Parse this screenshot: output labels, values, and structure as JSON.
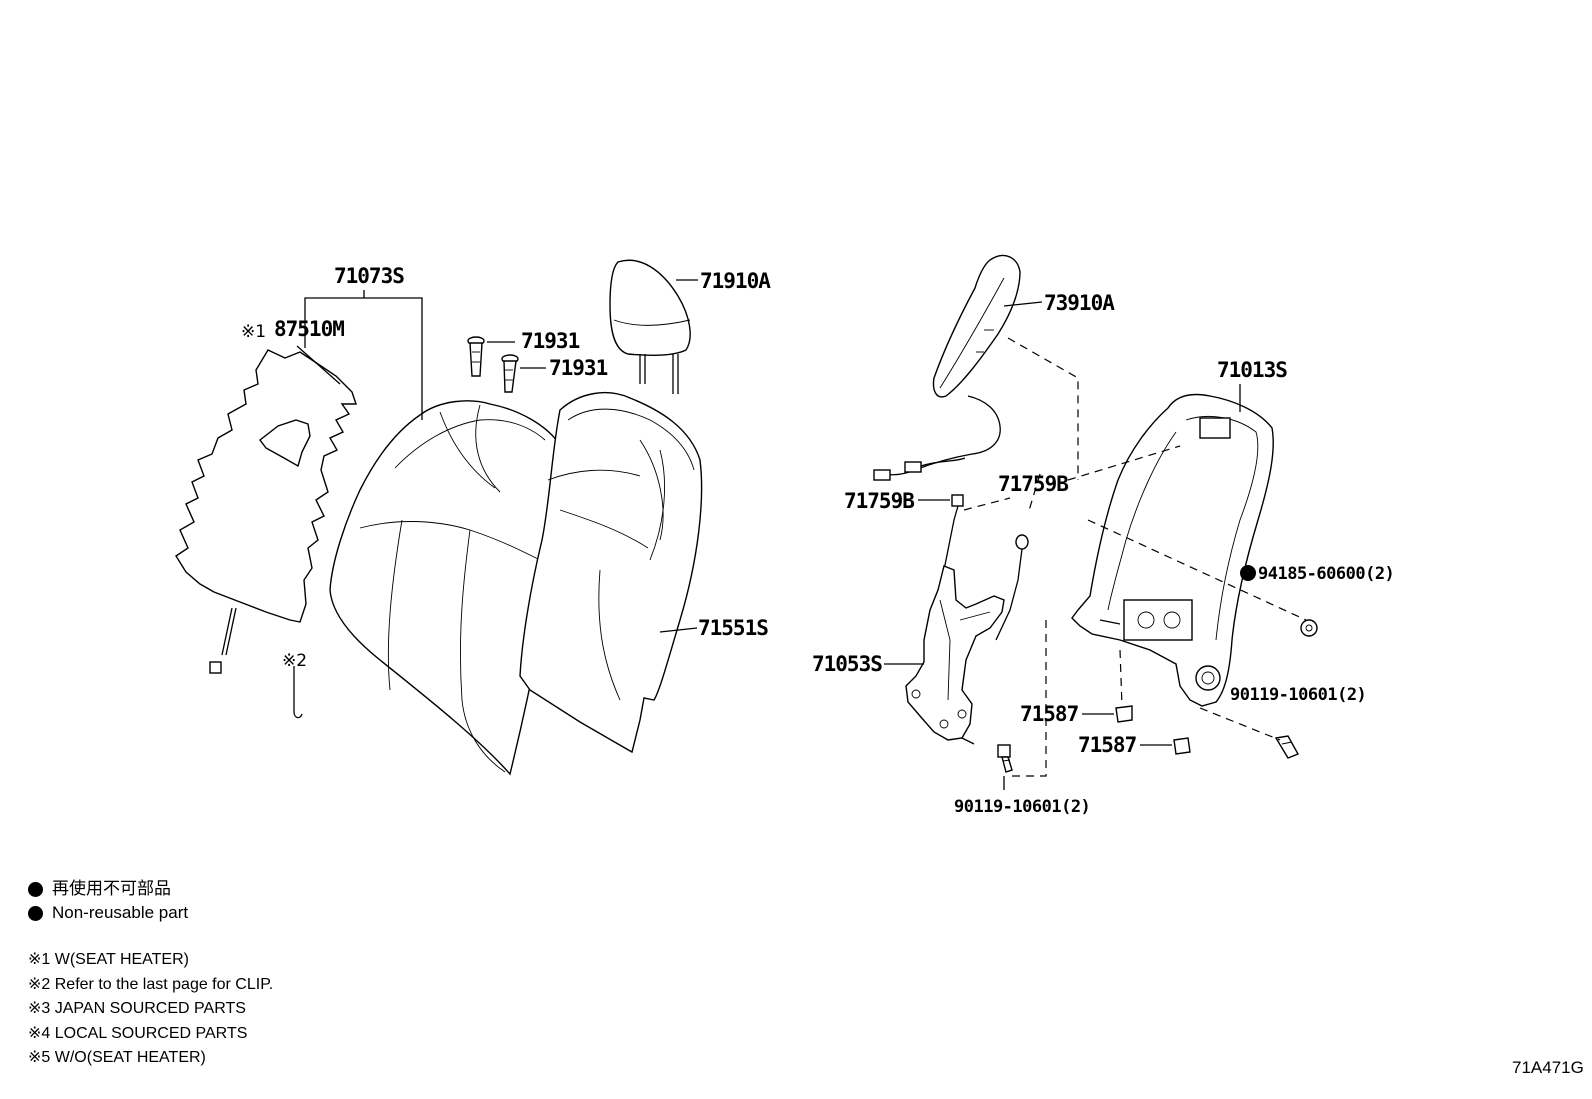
{
  "labels": {
    "cover_assy": "71073S",
    "heater_mark": "※1",
    "heater": "87510M",
    "guide_a": "71931",
    "guide_b": "71931",
    "headrest": "71910A",
    "pad": "71551S",
    "clip_mark": "※2",
    "airbag": "73910A",
    "frame": "71013S",
    "sensor_a": "71759B",
    "sensor_b": "71759B",
    "nut": "94185-60600(2)",
    "adjuster": "71053S",
    "bolt_right": "90119-10601(2)",
    "cap_a": "71587",
    "cap_b": "71587",
    "bolt_bottom": "90119-10601(2)"
  },
  "legend": {
    "jp": "再使用不可部品",
    "en": "Non-reusable part"
  },
  "notes": [
    "※1 W(SEAT HEATER)",
    "※2 Refer to the last page for CLIP.",
    "※3 JAPAN SOURCED PARTS",
    "※4 LOCAL SOURCED PARTS",
    "※5 W/O(SEAT HEATER)"
  ],
  "diagram_code": "71A471G"
}
